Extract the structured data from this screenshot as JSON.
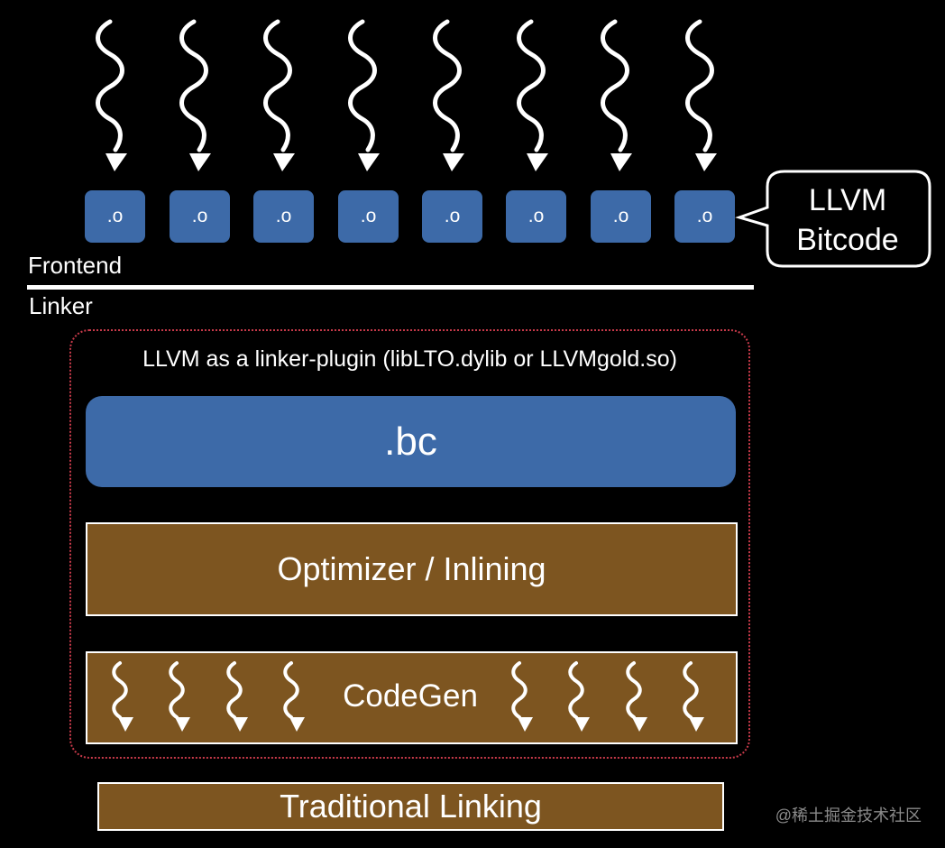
{
  "object_files": [
    ".o",
    ".o",
    ".o",
    ".o",
    ".o",
    ".o",
    ".o",
    ".o"
  ],
  "callout": {
    "line1": "LLVM",
    "line2": "Bitcode"
  },
  "stages": {
    "frontend": "Frontend",
    "linker": "Linker"
  },
  "plugin": {
    "title": "LLVM as a linker-plugin (libLTO.dylib or LLVMgold.so)"
  },
  "bitcode_box": {
    "label": ".bc"
  },
  "optimizer": {
    "label": "Optimizer / Inlining"
  },
  "codegen": {
    "label": "CodeGen"
  },
  "traditional": {
    "label": "Traditional Linking"
  },
  "watermark": "@稀土掘金技术社区",
  "colors": {
    "background": "#000000",
    "blue": "#3d6aa8",
    "brown": "#7d5520",
    "dotted_border": "#c83a4a"
  }
}
